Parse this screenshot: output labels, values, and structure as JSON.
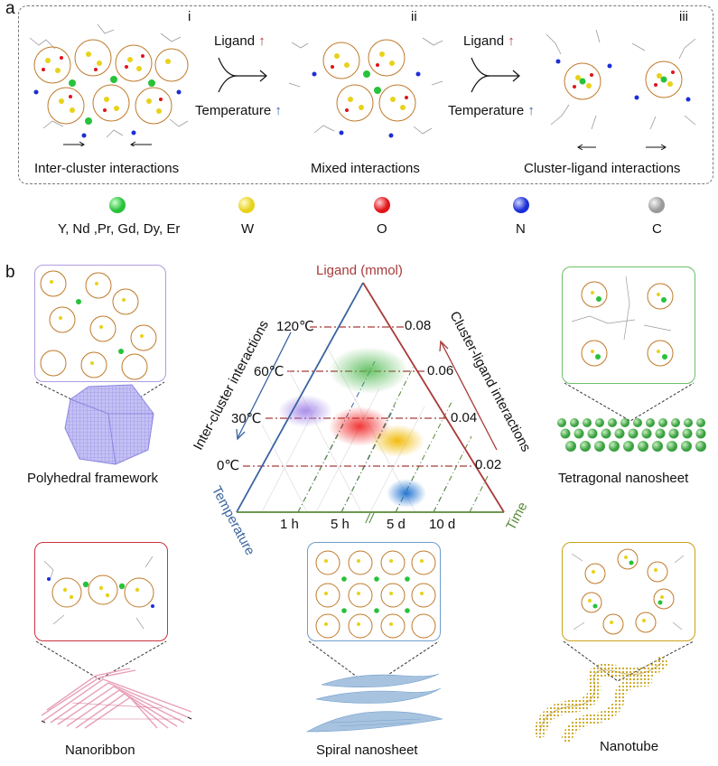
{
  "panel_a": {
    "letter": "a",
    "stages": [
      {
        "numeral": "i",
        "caption": "Inter-cluster interactions"
      },
      {
        "numeral": "ii",
        "caption": "Mixed interactions"
      },
      {
        "numeral": "iii",
        "caption": "Cluster-ligand interactions"
      }
    ],
    "arrow_labels": {
      "ligand": "Ligand",
      "ligand_arrow": "↑",
      "temperature": "Temperature",
      "temperature_arrow": "↑"
    },
    "legend": [
      {
        "label": "Y, Nd ,Pr, Gd, Dy, Er",
        "color": "#27c23a"
      },
      {
        "label": "W",
        "color": "#e8d21a"
      },
      {
        "label": "O",
        "color": "#e0141a"
      },
      {
        "label": "N",
        "color": "#1b2fd6"
      },
      {
        "label": "C",
        "color": "#9a9a9a"
      }
    ]
  },
  "panel_b": {
    "letter": "b",
    "triangle": {
      "top_label": "Ligand (mmol)",
      "left_label": "Inter-cluster interactions",
      "right_label": "Cluster-ligand interactions",
      "bottom_left_label": "Temperature",
      "bottom_right_label": "Time",
      "temperatures": [
        "120℃",
        "60℃",
        "30℃",
        "0℃"
      ],
      "ligand_ticks": [
        "0.08",
        "0.06",
        "0.04",
        "0.02"
      ],
      "time_ticks": [
        "1 h",
        "5 h",
        "5 d",
        "10 d"
      ],
      "break_mark": "//"
    },
    "products": [
      {
        "name": "Polyhedral framework",
        "color": "#b09de0"
      },
      {
        "name": "Tetragonal nanosheet",
        "color": "#6fbf6a"
      },
      {
        "name": "Nanoribbon",
        "color": "#c9323d"
      },
      {
        "name": "Spiral nanosheet",
        "color": "#6f9ccc"
      },
      {
        "name": "Nanotube",
        "color": "#c9a21a"
      }
    ]
  },
  "colors": {
    "ligand_red": "#a83a3a",
    "temperature_blue": "#3a64a0",
    "time_green": "#5a8a3a"
  }
}
